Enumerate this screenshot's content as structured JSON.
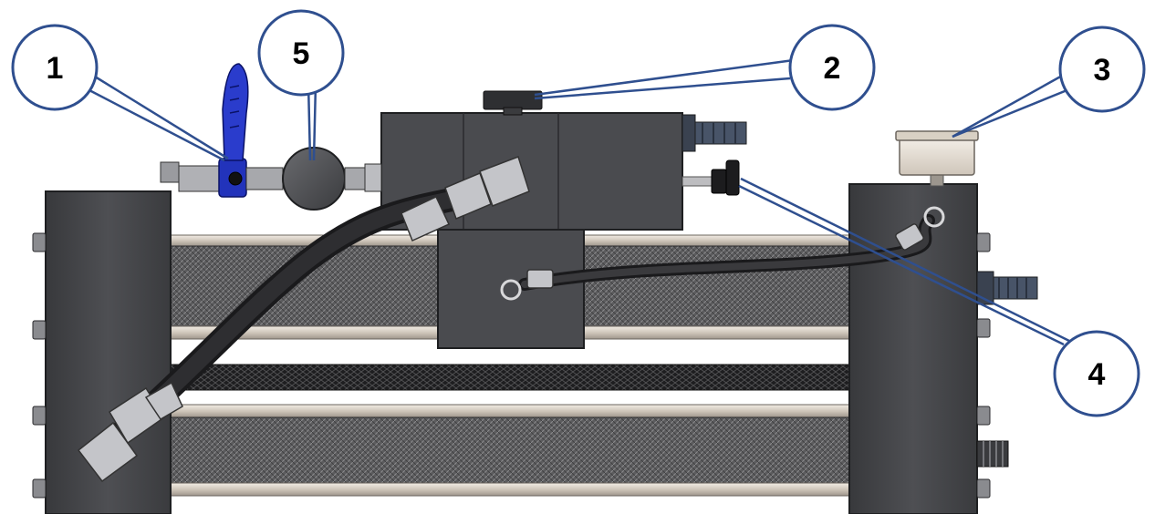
{
  "colors": {
    "callout_stroke": "#2f4f8f",
    "callout_fill": "#ffffff",
    "body_dark": "#4a4b4f",
    "body_edge": "#2a2b2e",
    "tube_light": "#d9d2c8",
    "tube_dark": "#3a3a3c",
    "valve_blue": "#2233bb",
    "gauge_face": "#e8e2d8"
  },
  "callouts": [
    {
      "id": "1",
      "label": "1"
    },
    {
      "id": "2",
      "label": "2"
    },
    {
      "id": "3",
      "label": "3"
    },
    {
      "id": "4",
      "label": "4"
    },
    {
      "id": "5",
      "label": "5"
    }
  ]
}
